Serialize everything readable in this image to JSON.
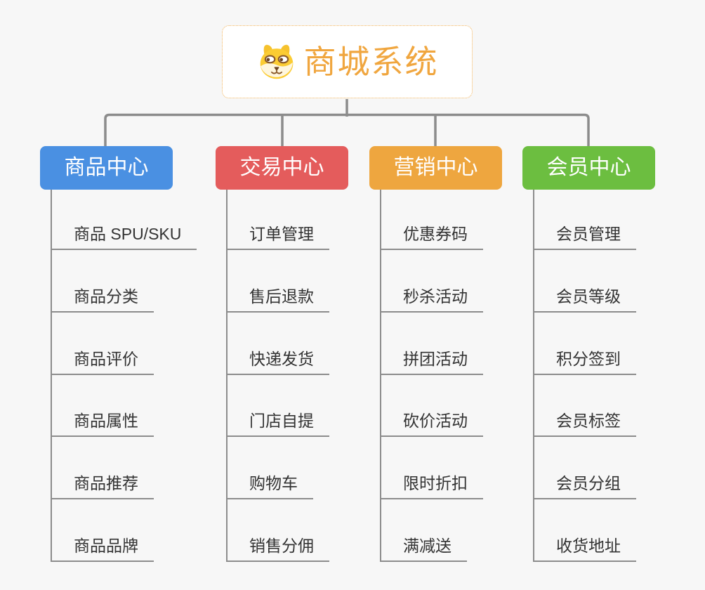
{
  "page": {
    "background_color": "#F7F7F7"
  },
  "root": {
    "title": "商城系统",
    "icon": "dog-face-icon",
    "title_color": "#F0A63F",
    "border_color": "#F2B45C"
  },
  "connector": {
    "color": "#8C8C8C"
  },
  "item_style": {
    "text_color": "#333333",
    "underline_color": "#8C8C8C"
  },
  "branches": [
    {
      "id": "product-center",
      "label": "商品中心",
      "color": "#4A90E2",
      "items": [
        "商品 SPU/SKU",
        "商品分类",
        "商品评价",
        "商品属性",
        "商品推荐",
        "商品品牌"
      ]
    },
    {
      "id": "trade-center",
      "label": "交易中心",
      "color": "#E45C5C",
      "items": [
        "订单管理",
        "售后退款",
        "快递发货",
        "门店自提",
        "购物车",
        "销售分佣"
      ]
    },
    {
      "id": "marketing-center",
      "label": "营销中心",
      "color": "#EEA63F",
      "items": [
        "优惠券码",
        "秒杀活动",
        "拼团活动",
        "砍价活动",
        "限时折扣",
        "满减送"
      ]
    },
    {
      "id": "member-center",
      "label": "会员中心",
      "color": "#6CBE40",
      "items": [
        "会员管理",
        "会员等级",
        "积分签到",
        "会员标签",
        "会员分组",
        "收货地址"
      ]
    }
  ]
}
